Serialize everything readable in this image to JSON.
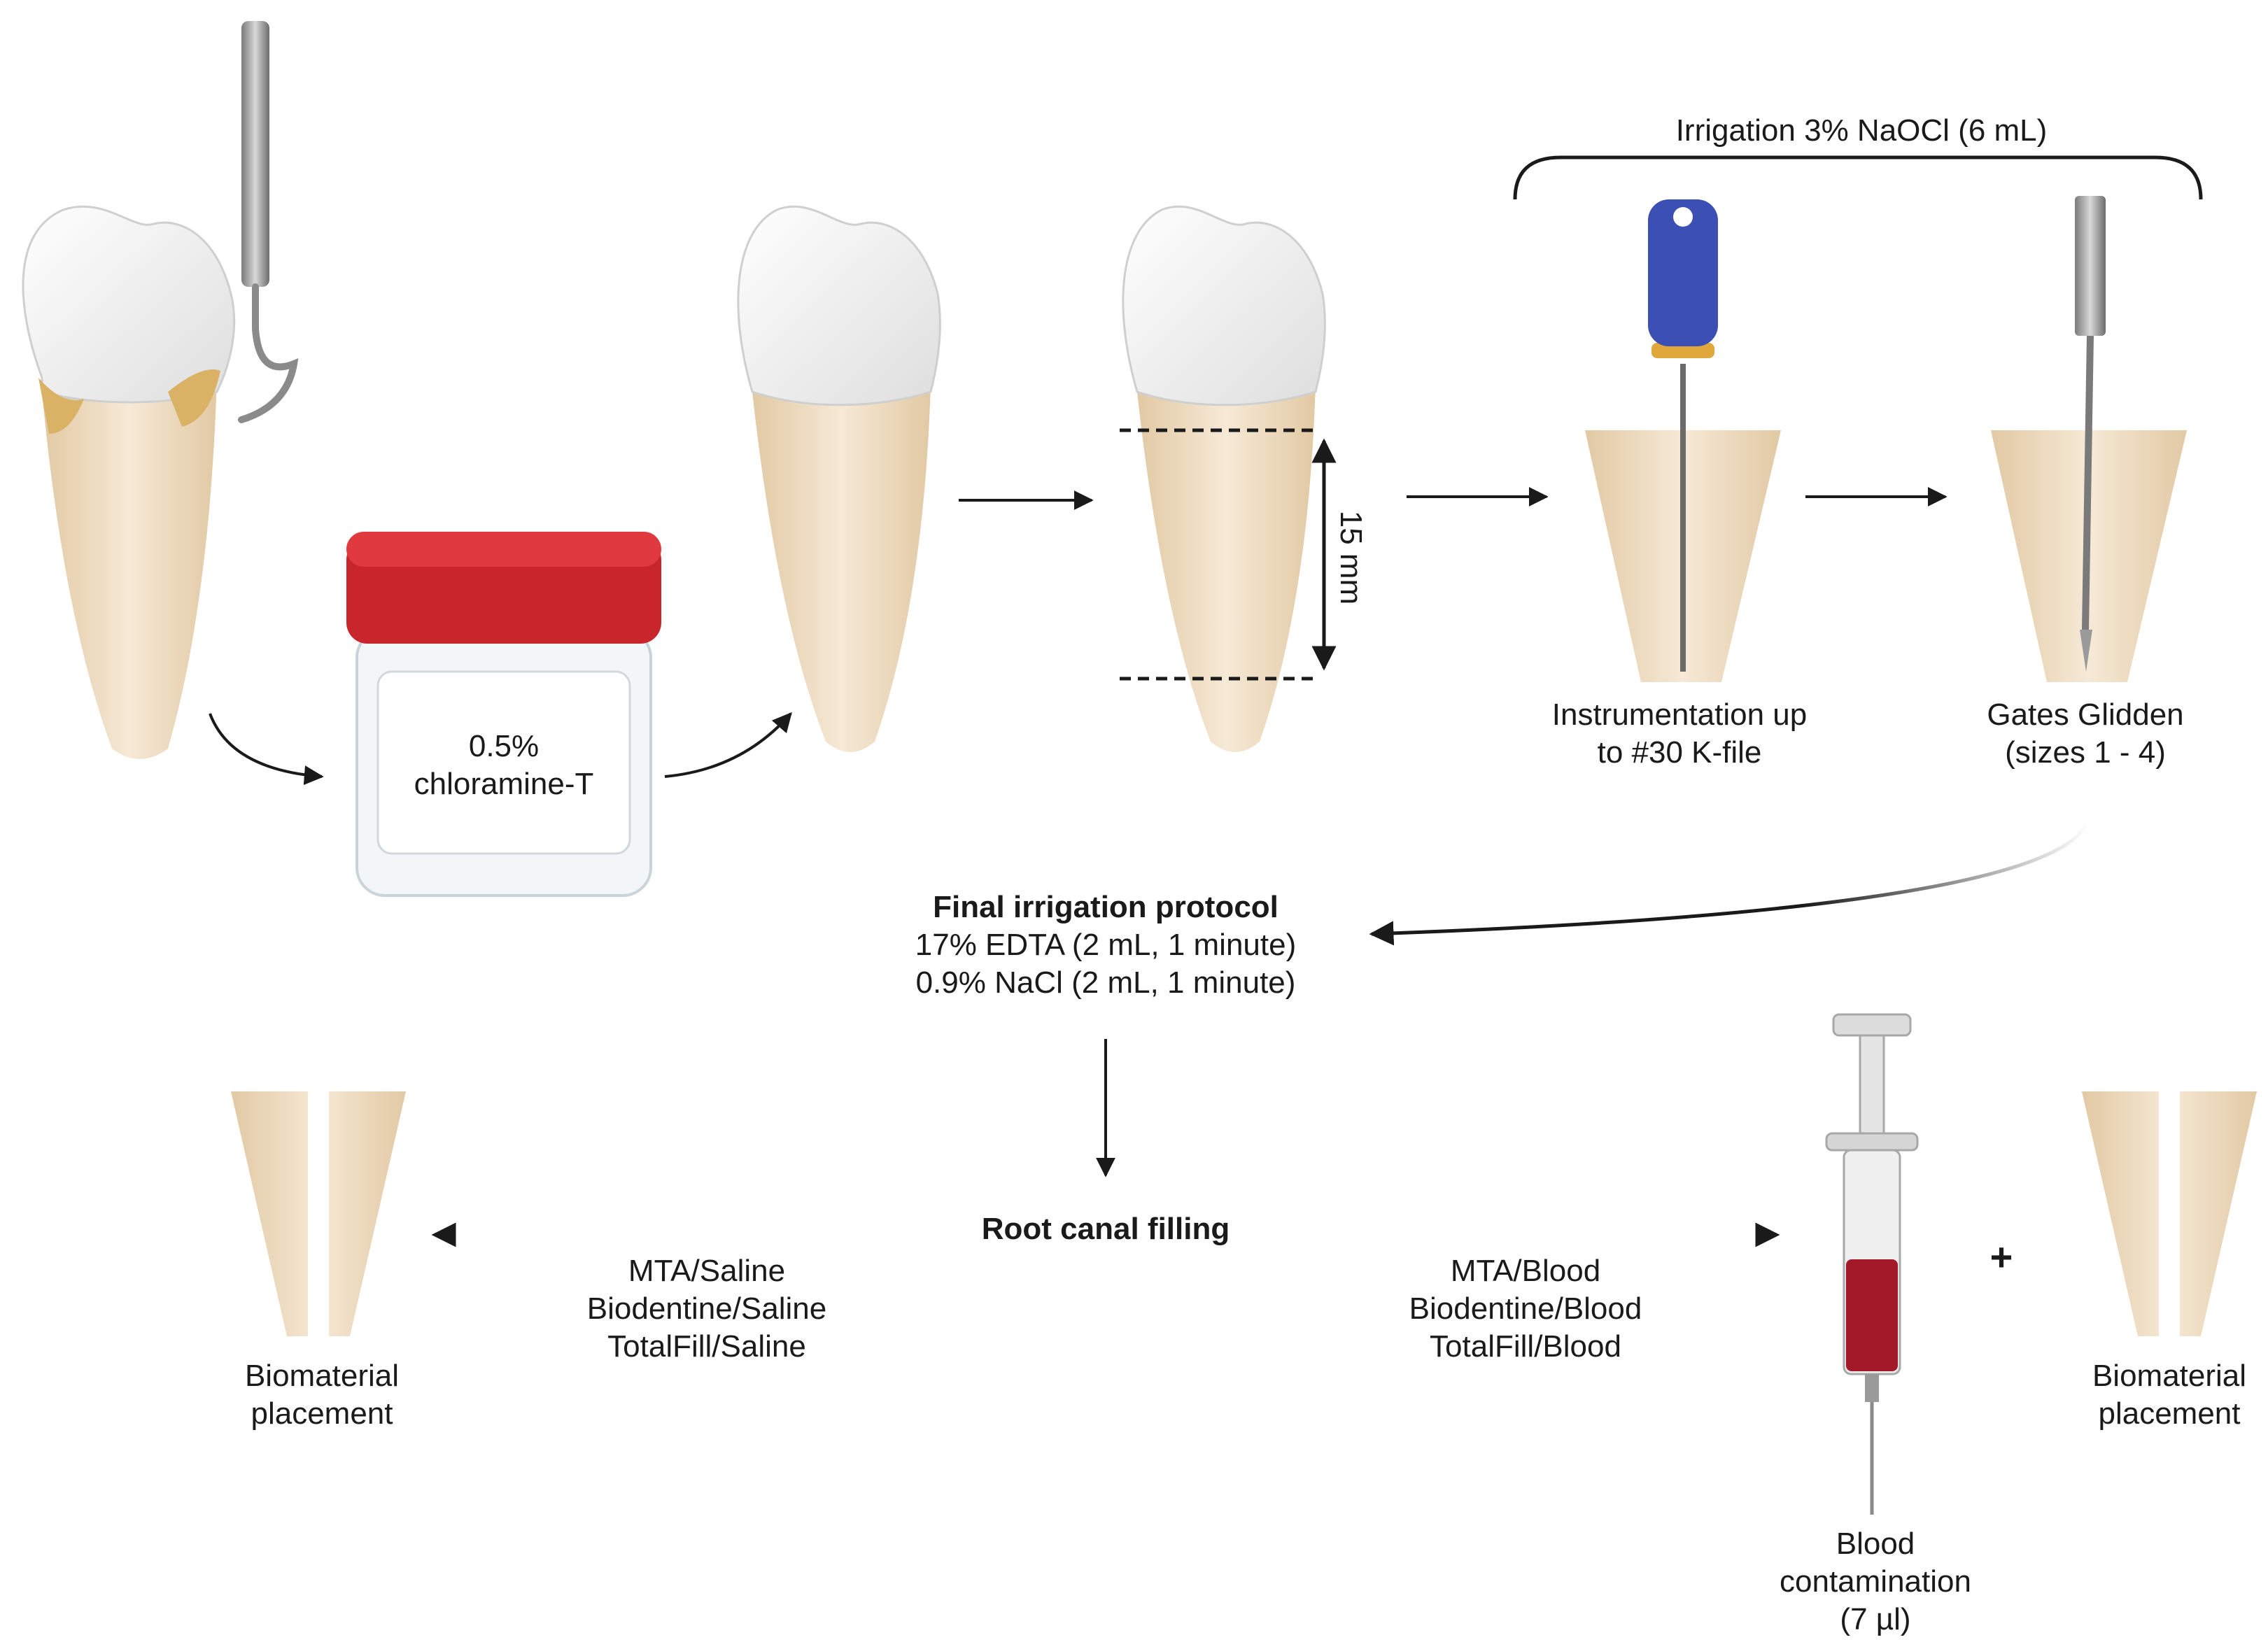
{
  "labels": {
    "container": [
      "0.5%",
      "chloramine-T"
    ],
    "measure": "15 mm",
    "irrigation": "Irrigation 3% NaOCl (6 mL)",
    "instrumentation": [
      "Instrumentation up",
      "to #30 K-file"
    ],
    "gates_glidden": [
      "Gates Glidden",
      "(sizes 1 - 4)"
    ],
    "final_protocol": {
      "title": "Final irrigation protocol",
      "line1": "17% EDTA (2 mL, 1 minute)",
      "line2": "0.9% NaCl (2 mL, 1 minute)"
    },
    "root_canal_filling": "Root canal filling",
    "saline_groups": [
      "MTA/Saline",
      "Biodentine/Saline",
      "TotalFill/Saline"
    ],
    "blood_groups": [
      "MTA/Blood",
      "Biodentine/Blood",
      "TotalFill/Blood"
    ],
    "biomaterial_left": [
      "Biomaterial",
      "placement"
    ],
    "biomaterial_right": [
      "Biomaterial",
      "placement"
    ],
    "plus": "+",
    "blood_contamination": [
      "Blood",
      "contamination",
      "(7 µl)"
    ]
  },
  "colors": {
    "enamel": "#f3f3f3",
    "root": "#ecd9bd",
    "calculus": "#d9b266",
    "lid": "#c8262c",
    "file_handle": "#3b4fb5",
    "blood": "#a3192a",
    "arrow": "#1a1a1a"
  }
}
